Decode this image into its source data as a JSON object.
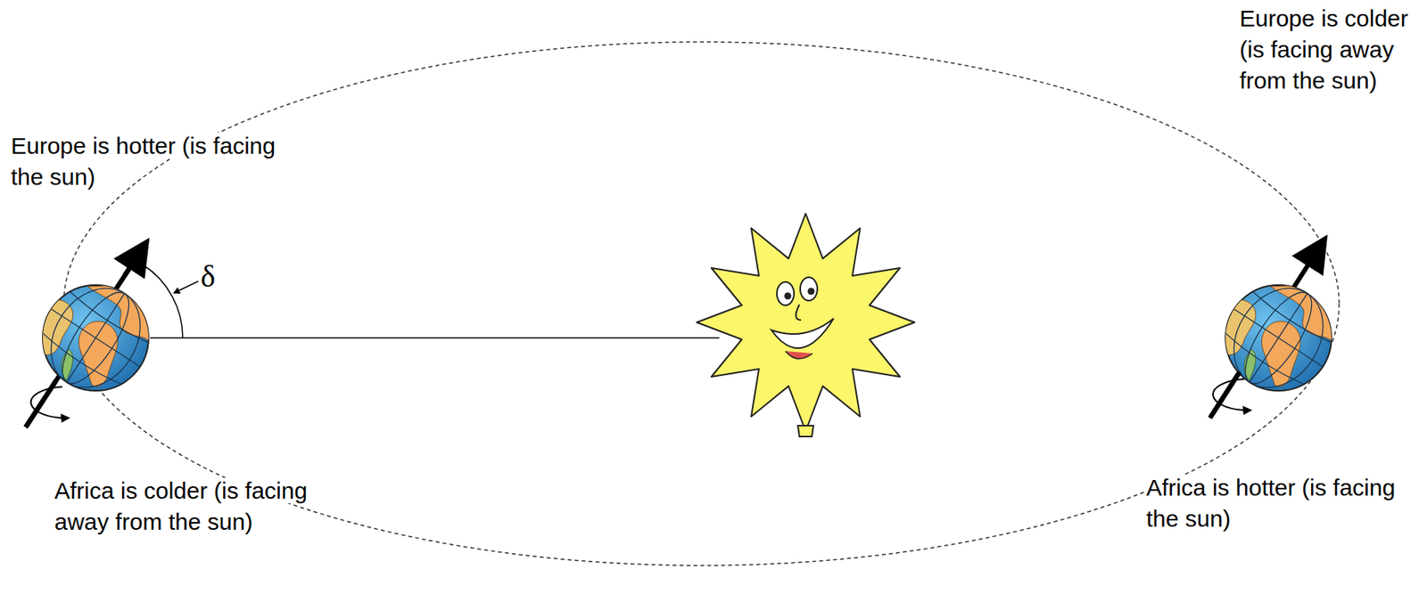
{
  "diagram": {
    "labels": [
      "Europe is hotter (is facing the sun)",
      "δ",
      "Africa is colder (is facing away from the sun)",
      "Europe is colder (is facing away from the sun)",
      "Africa is hotter (is facing the sun)"
    ]
  }
}
